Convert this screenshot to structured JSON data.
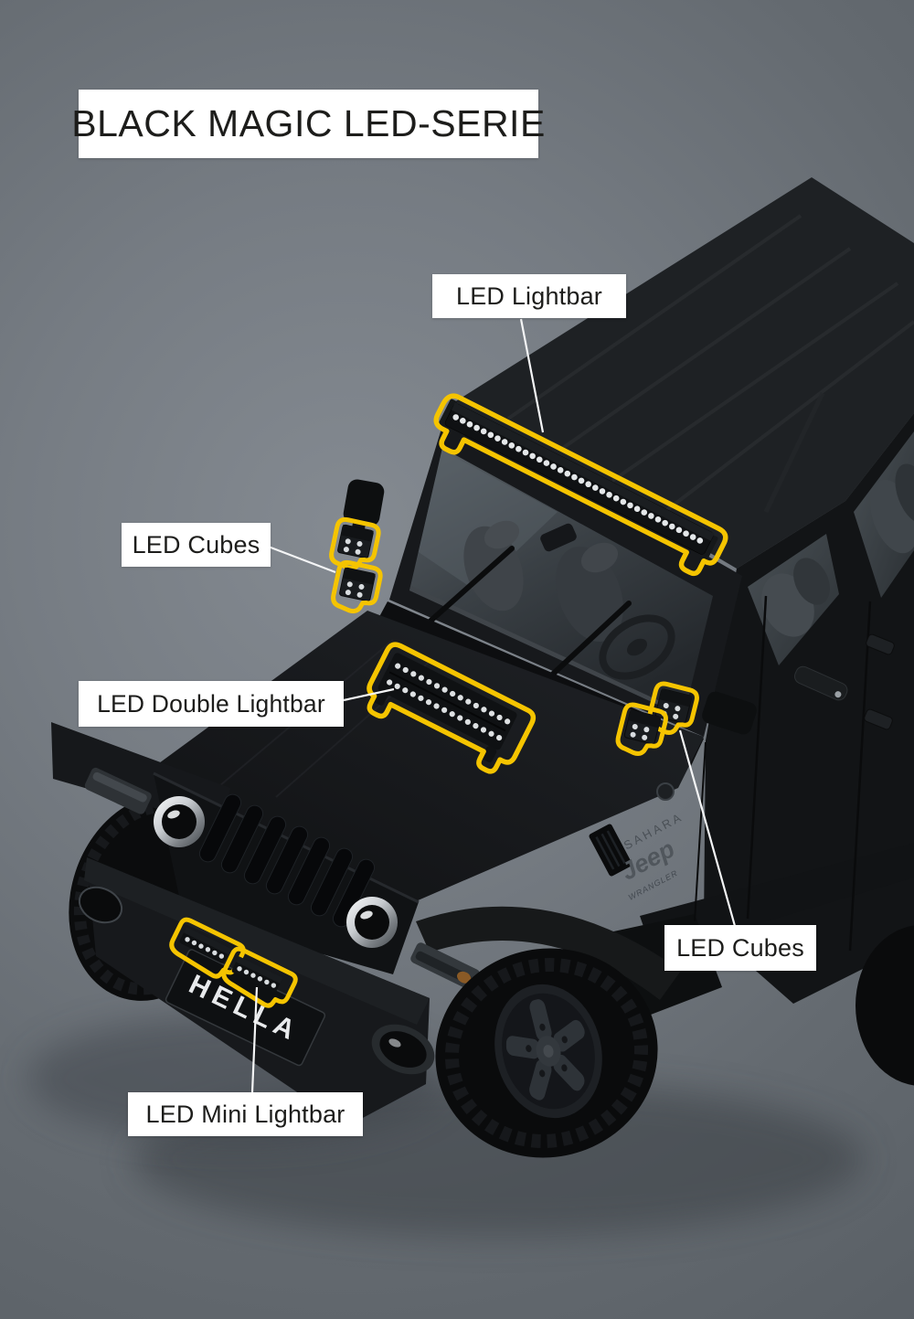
{
  "title": "BLACK MAGIC LED-SERIE",
  "callouts": [
    {
      "id": "led-lightbar",
      "label": "LED Lightbar"
    },
    {
      "id": "led-cubes-windshield",
      "label": "LED Cubes"
    },
    {
      "id": "led-double-lightbar",
      "label": "LED Double Lightbar"
    },
    {
      "id": "led-cubes-cowl",
      "label": "LED Cubes"
    },
    {
      "id": "led-mini-lightbar",
      "label": "LED Mini Lightbar"
    }
  ],
  "vehicle": {
    "plate": "HELLA",
    "badge_trim": "SAHARA",
    "badge_brand": "Jeep",
    "badge_model": "WRANGLER"
  },
  "colors": {
    "highlight_yellow": "#F5C400",
    "label_background": "#FFFFFF",
    "label_text": "#1D1D1B",
    "leader_line": "#F4F5F6",
    "background_gray": "#6C727A",
    "vehicle_black": "#131517"
  }
}
